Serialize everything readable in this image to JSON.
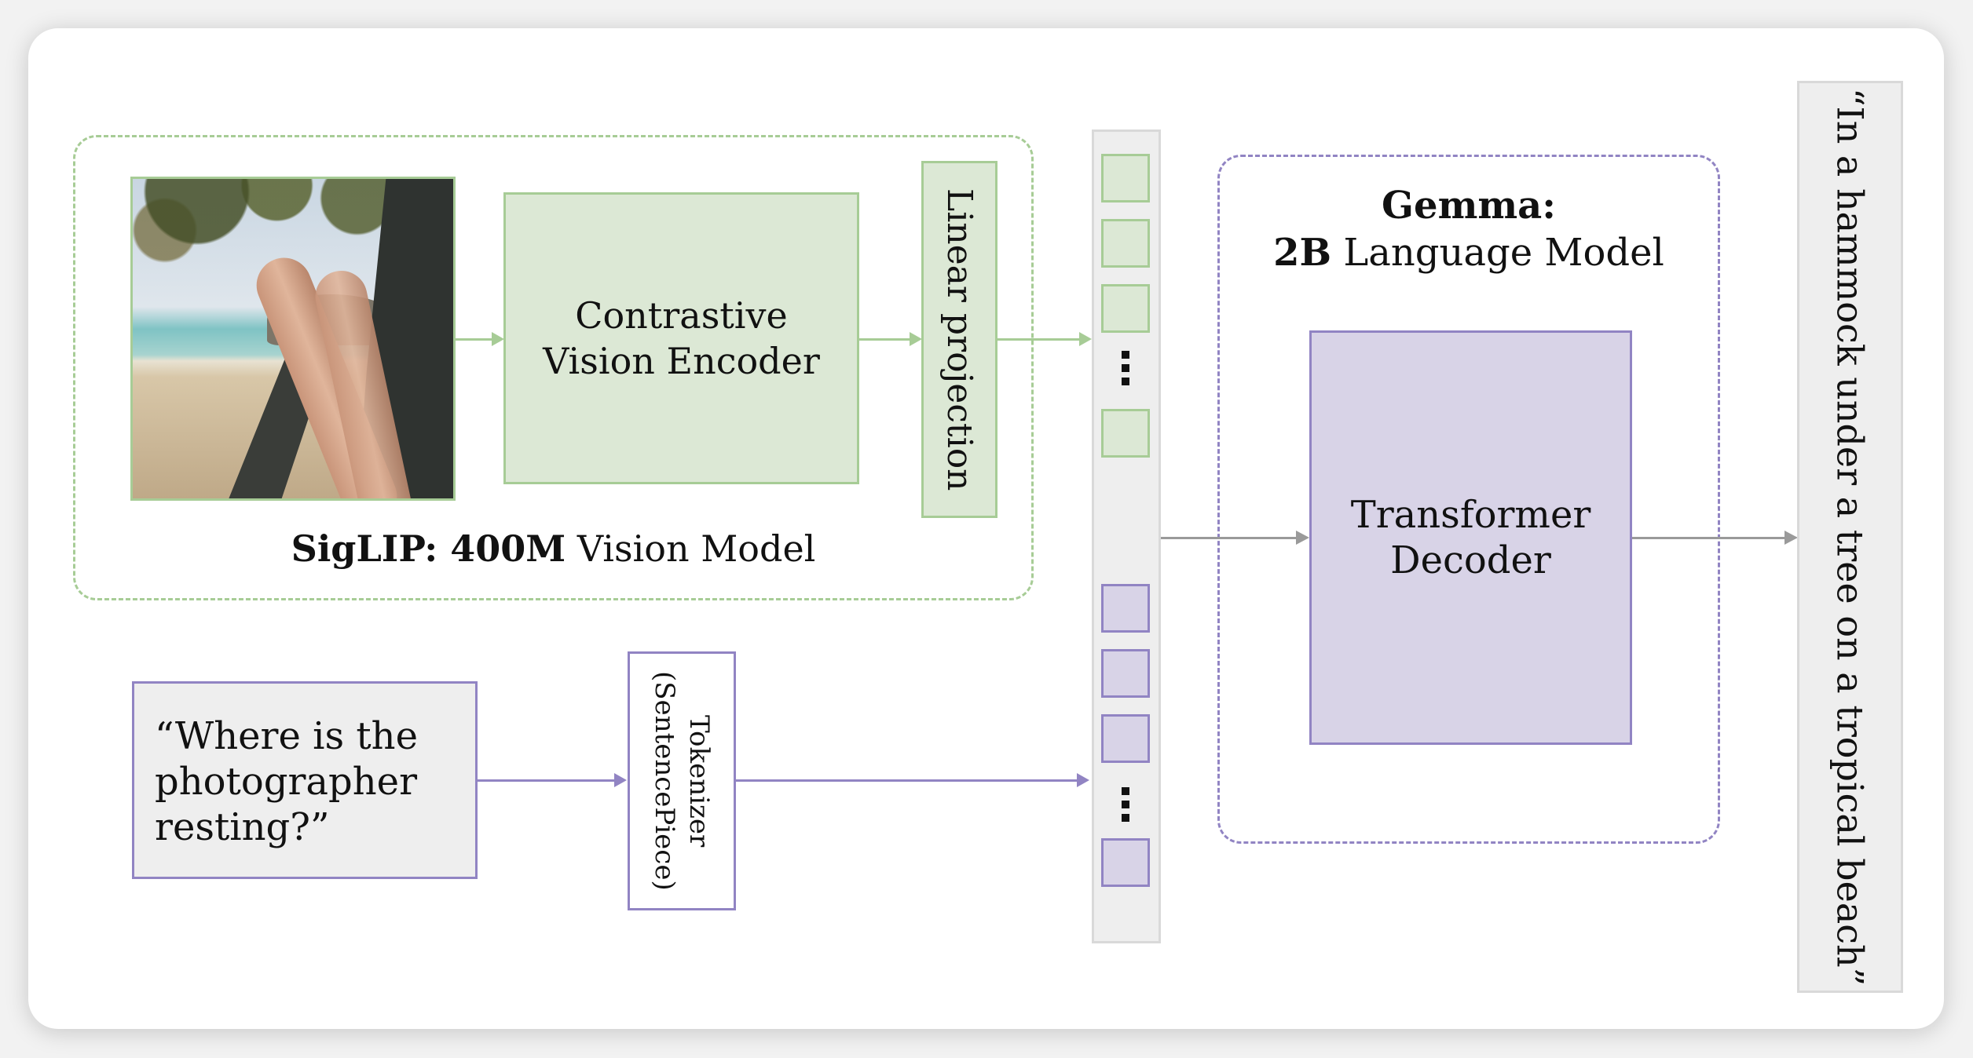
{
  "vision_model": {
    "group_label_bold": "SigLIP: 400M",
    "group_label_rest": " Vision Model",
    "image_alt": "Photo of legs resting in a hammock on a tropical beach",
    "encoder_line1": "Contrastive",
    "encoder_line2": "Vision Encoder",
    "projection_label": "Linear projection"
  },
  "text_input": {
    "prompt_line1": "“Where is the",
    "prompt_line2": "photographer",
    "prompt_line3": "resting?”",
    "tokenizer_line1": "Tokenizer",
    "tokenizer_line2": "(SentencePiece)"
  },
  "tokens": {
    "image_token_count_shown": 4,
    "text_token_count_shown": 4,
    "ellipsis": "⋮"
  },
  "language_model": {
    "title_bold": "Gemma:",
    "subtitle_bold": "2B",
    "subtitle_rest": " Language Model",
    "decoder_line1": "Transformer",
    "decoder_line2": "Decoder"
  },
  "output": {
    "text": "“In a hammock under a tree on a tropical beach”"
  },
  "colors": {
    "vision_green_fill": "#dce8d5",
    "vision_green_stroke": "#a7cc96",
    "language_purple_fill": "#d8d3e7",
    "language_purple_stroke": "#9184c3",
    "neutral_grey_fill": "#eeeeee",
    "arrow_grey": "#9a9a9a"
  }
}
